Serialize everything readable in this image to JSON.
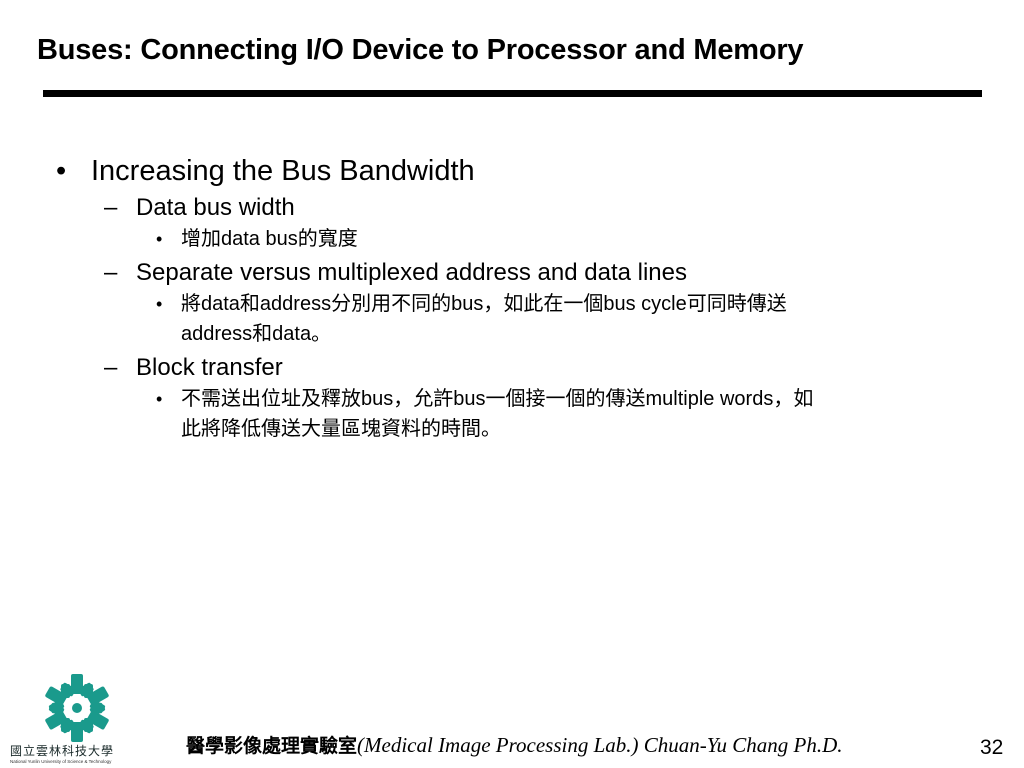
{
  "slide": {
    "title": "Buses: Connecting I/O Device to Processor and Memory",
    "bullets": {
      "main": {
        "marker": "•",
        "text": "Increasing the Bus Bandwidth"
      },
      "items": [
        {
          "marker": "–",
          "text": "Data bus width",
          "sub": [
            {
              "marker": "•",
              "text": "增加data bus的寬度"
            }
          ]
        },
        {
          "marker": "–",
          "text": "Separate versus multiplexed address and data lines",
          "sub": [
            {
              "marker": "•",
              "text": "將data和address分別用不同的bus，如此在一個bus cycle可同時傳送address和data。"
            }
          ]
        },
        {
          "marker": "–",
          "text": "Block transfer",
          "sub": [
            {
              "marker": "•",
              "text": "不需送出位址及釋放bus，允許bus一個接一個的傳送multiple words，如此將降低傳送大量區塊資料的時間。"
            }
          ]
        }
      ]
    },
    "footer": {
      "lab_chinese": "醫學影像處理實驗室",
      "lab_english": "(Medical Image Processing Lab.) Chuan-Yu Chang Ph.D."
    },
    "page_number": "32",
    "logo": {
      "icon": "university-logo-icon",
      "name": "國立雲林科技大學",
      "subtitle": "National Yunlin University of Science & Technology"
    },
    "colors": {
      "logo_teal": "#1a9a8c",
      "rule": "#000000"
    }
  }
}
